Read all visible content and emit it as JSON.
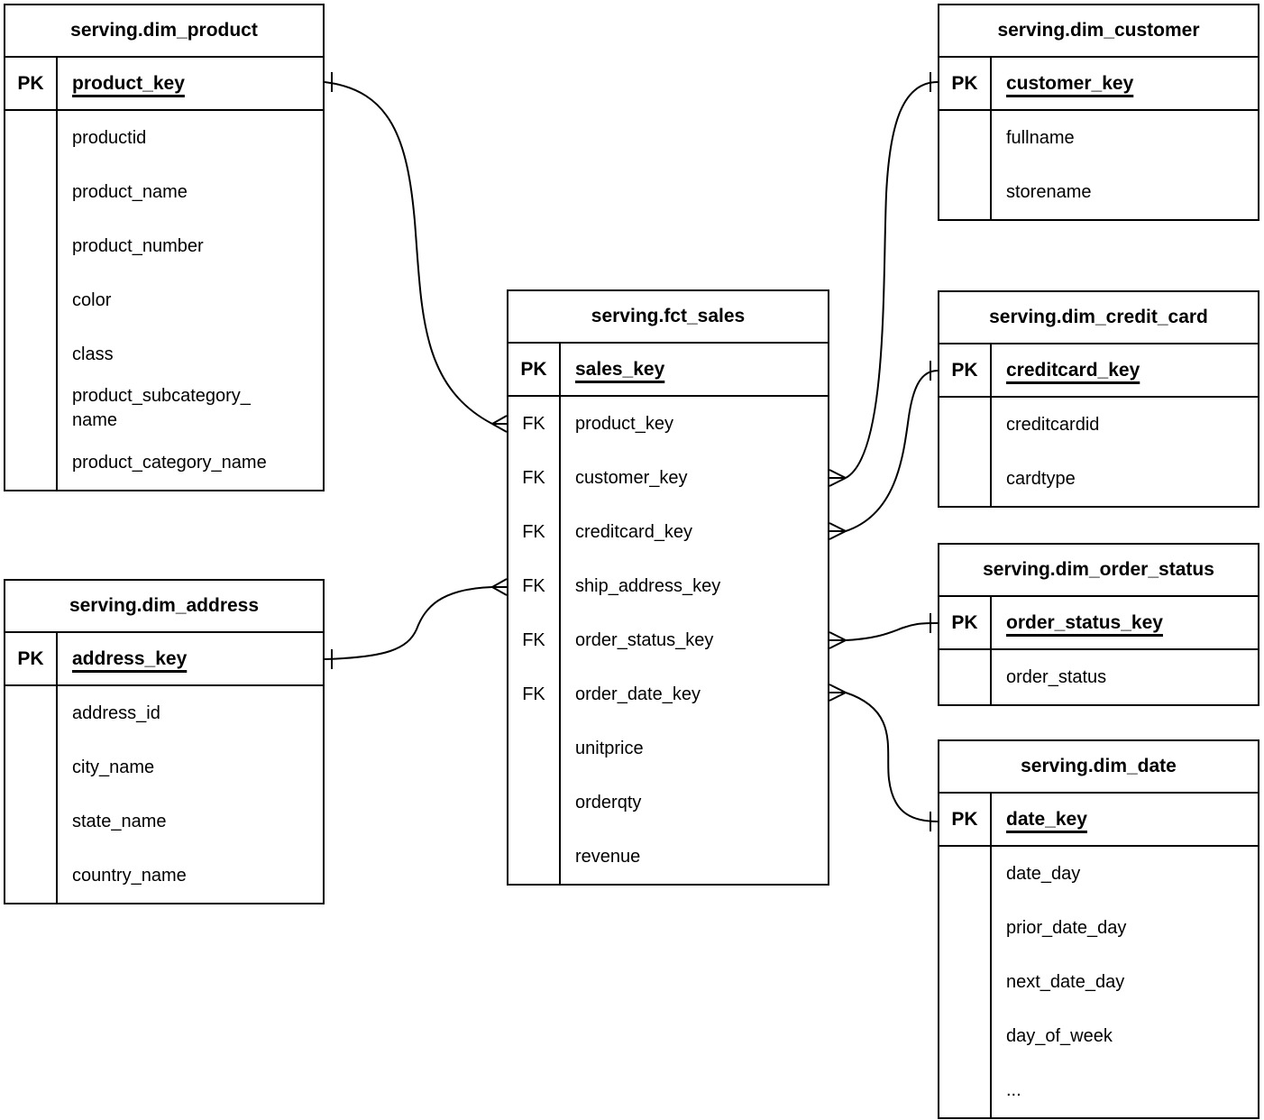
{
  "diagram": {
    "background_color": "#ffffff",
    "line_color": "#000000",
    "tables": [
      {
        "id": "dim_product",
        "title": "serving.dim_product",
        "pk_label": "PK",
        "pk_field": "product_key",
        "rows": [
          {
            "key": "",
            "field": "productid"
          },
          {
            "key": "",
            "field": "product_name"
          },
          {
            "key": "",
            "field": "product_number"
          },
          {
            "key": "",
            "field": "color"
          },
          {
            "key": "",
            "field": "class"
          },
          {
            "key": "",
            "field": "product_subcategory_\nname"
          },
          {
            "key": "",
            "field": "product_category_name"
          }
        ]
      },
      {
        "id": "dim_address",
        "title": "serving.dim_address",
        "pk_label": "PK",
        "pk_field": "address_key",
        "rows": [
          {
            "key": "",
            "field": "address_id"
          },
          {
            "key": "",
            "field": "city_name"
          },
          {
            "key": "",
            "field": "state_name"
          },
          {
            "key": "",
            "field": "country_name"
          }
        ]
      },
      {
        "id": "fct_sales",
        "title": "serving.fct_sales",
        "pk_label": "PK",
        "pk_field": "sales_key",
        "rows": [
          {
            "key": "FK",
            "field": "product_key"
          },
          {
            "key": "FK",
            "field": "customer_key"
          },
          {
            "key": "FK",
            "field": "creditcard_key"
          },
          {
            "key": "FK",
            "field": "ship_address_key"
          },
          {
            "key": "FK",
            "field": "order_status_key"
          },
          {
            "key": "FK",
            "field": "order_date_key"
          },
          {
            "key": "",
            "field": "unitprice"
          },
          {
            "key": "",
            "field": "orderqty"
          },
          {
            "key": "",
            "field": "revenue"
          }
        ]
      },
      {
        "id": "dim_customer",
        "title": "serving.dim_customer",
        "pk_label": "PK",
        "pk_field": "customer_key",
        "rows": [
          {
            "key": "",
            "field": "fullname"
          },
          {
            "key": "",
            "field": "storename"
          }
        ]
      },
      {
        "id": "dim_credit_card",
        "title": "serving.dim_credit_card",
        "pk_label": "PK",
        "pk_field": "creditcard_key",
        "rows": [
          {
            "key": "",
            "field": "creditcardid"
          },
          {
            "key": "",
            "field": "cardtype"
          }
        ]
      },
      {
        "id": "dim_order_status",
        "title": "serving.dim_order_status",
        "pk_label": "PK",
        "pk_field": "order_status_key",
        "rows": [
          {
            "key": "",
            "field": "order_status"
          }
        ]
      },
      {
        "id": "dim_date",
        "title": "serving.dim_date",
        "pk_label": "PK",
        "pk_field": "date_key",
        "rows": [
          {
            "key": "",
            "field": "date_day"
          },
          {
            "key": "",
            "field": "prior_date_day"
          },
          {
            "key": "",
            "field": "next_date_day"
          },
          {
            "key": "",
            "field": "day_of_week"
          },
          {
            "key": "",
            "field": "..."
          }
        ]
      }
    ],
    "relationships": [
      {
        "from_table": "serving.dim_product",
        "from_field": "product_key",
        "from_cardinality": "one",
        "to_table": "serving.fct_sales",
        "to_field": "product_key",
        "to_cardinality": "many"
      },
      {
        "from_table": "serving.dim_address",
        "from_field": "address_key",
        "from_cardinality": "one",
        "to_table": "serving.fct_sales",
        "to_field": "ship_address_key",
        "to_cardinality": "many"
      },
      {
        "from_table": "serving.dim_customer",
        "from_field": "customer_key",
        "from_cardinality": "one",
        "to_table": "serving.fct_sales",
        "to_field": "customer_key",
        "to_cardinality": "many"
      },
      {
        "from_table": "serving.dim_credit_card",
        "from_field": "creditcard_key",
        "from_cardinality": "one",
        "to_table": "serving.fct_sales",
        "to_field": "creditcard_key",
        "to_cardinality": "many"
      },
      {
        "from_table": "serving.dim_order_status",
        "from_field": "order_status_key",
        "from_cardinality": "one",
        "to_table": "serving.fct_sales",
        "to_field": "order_status_key",
        "to_cardinality": "many"
      },
      {
        "from_table": "serving.dim_date",
        "from_field": "date_key",
        "from_cardinality": "one",
        "to_table": "serving.fct_sales",
        "to_field": "order_date_key",
        "to_cardinality": "many"
      }
    ]
  }
}
